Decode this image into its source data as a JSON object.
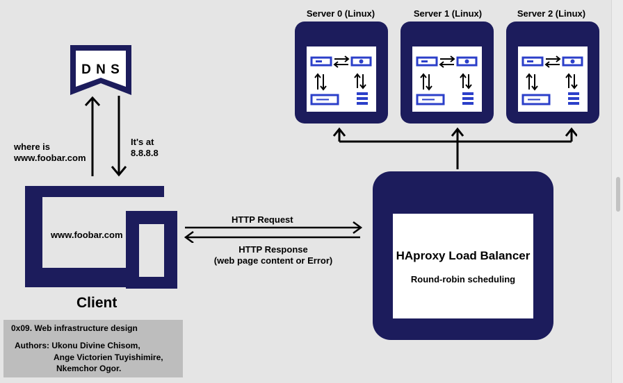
{
  "dns": {
    "label": "D N S"
  },
  "client": {
    "label": "Client",
    "url_on_screen": "www.foobar.com",
    "query_text": [
      "where is",
      "www.foobar.com"
    ],
    "answer_text": [
      "It's at",
      "8.8.8.8"
    ]
  },
  "http": {
    "request_label": "HTTP Request",
    "response_label": "HTTP Response",
    "response_sub": "(web page content or Error)"
  },
  "load_balancer": {
    "title": "HAproxy Load Balancer",
    "subtitle": "Round-robin scheduling"
  },
  "servers": [
    {
      "label": "Server  0 (Linux)"
    },
    {
      "label": "Server  1 (Linux)"
    },
    {
      "label": "Server  2 (Linux)"
    }
  ],
  "credits": {
    "title": "0x09. Web infrastructure design",
    "authors_line1": "Authors: Ukonu Divine Chisom,",
    "authors_line2": "Ange Victorien Tuyishimire,",
    "authors_line3": "Nkemchor Ogor."
  },
  "colors": {
    "navy": "#1c1c5c",
    "accent": "#2b3fc9",
    "background": "#e5e5e5"
  }
}
